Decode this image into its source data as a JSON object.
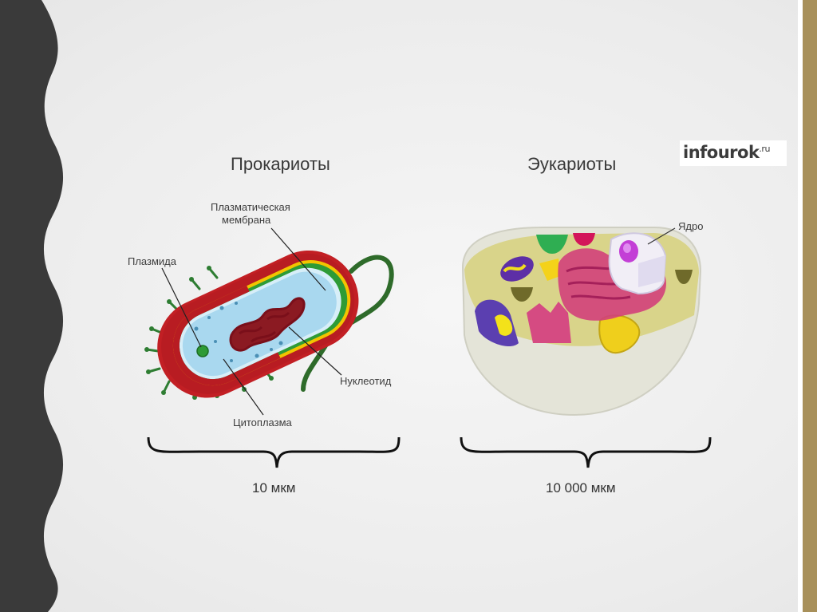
{
  "slide": {
    "left_title": "Прокариоты",
    "right_title": "Эукариоты",
    "logo": {
      "text": "infourok",
      "suffix": ".ru"
    },
    "prokaryote_labels": {
      "membrane_line1": "Плазматическая",
      "membrane_line2": "мембрана",
      "plasmid": "Плазмида",
      "nucleotide": "Нуклеотид",
      "cytoplasm": "Цитоплазма"
    },
    "eukaryote_labels": {
      "nucleus": "Ядро"
    },
    "scale": {
      "left": "10 мкм",
      "right": "10 000 мкм"
    }
  },
  "colors": {
    "accent_bar": "#a8905a",
    "left_band": "#3a3a3a"
  }
}
